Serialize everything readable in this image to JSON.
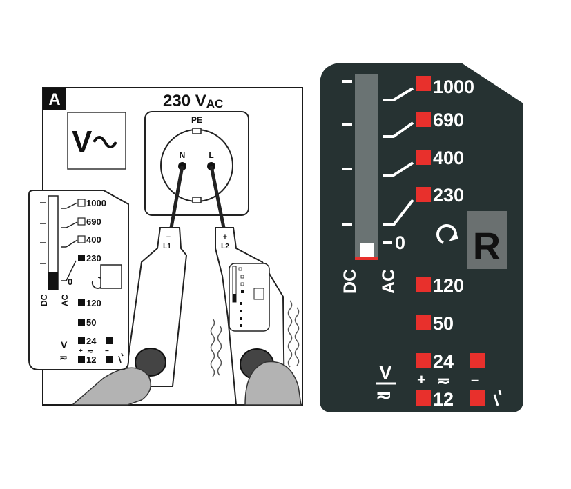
{
  "panel_a": {
    "label": "A",
    "voltage_heading_main": "230 V",
    "voltage_heading_sub": "AC",
    "mode_symbol_v": "V",
    "mode_symbol_wave": "~",
    "socket": {
      "pe_label": "PE",
      "n_label": "N",
      "l_label": "L"
    },
    "probe_left_label": "L1",
    "probe_left_sign": "−",
    "probe_right_label": "L2",
    "probe_right_sign": "+",
    "mini_display": {
      "levels": [
        "1000",
        "690",
        "400",
        "230"
      ],
      "zero": "0",
      "dc": "DC",
      "ac": "AC",
      "lower_levels": [
        "120",
        "50",
        "24",
        "12"
      ],
      "v_symbol": "V",
      "plus": "+",
      "minus": "−",
      "wave": "≂"
    }
  },
  "detail_display": {
    "background": "#263232",
    "led_color": "#e8302c",
    "levels": [
      "1000",
      "690",
      "400",
      "230"
    ],
    "zero": "0",
    "dc_label": "DC",
    "ac_label": "AC",
    "rotation_letter": "R",
    "lower_levels": [
      "120",
      "50",
      "24",
      "12"
    ],
    "v_symbol": "V",
    "plus_sign": "+",
    "minus_sign": "–",
    "wave_symbol": "≂"
  }
}
